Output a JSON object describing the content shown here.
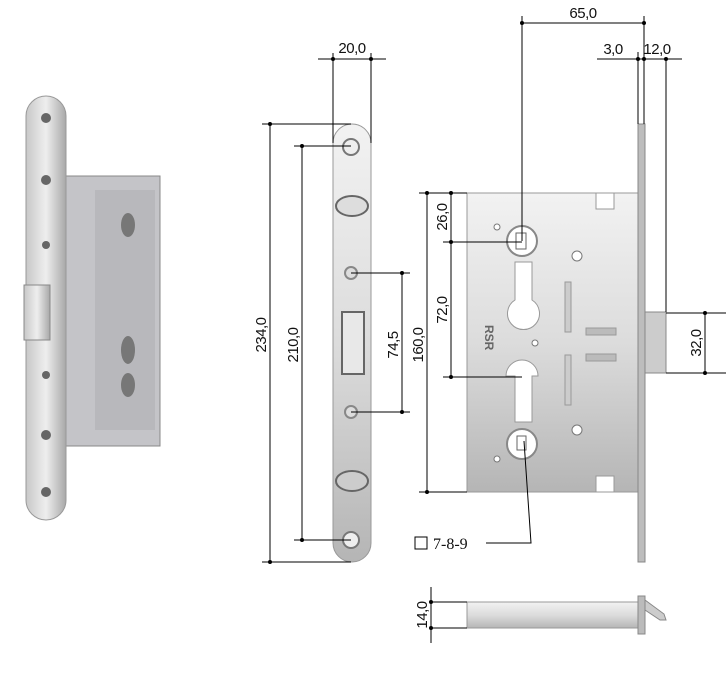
{
  "dimensions": {
    "faceplate_width": "20,0",
    "backset": "65,0",
    "faceplate_thickness": "3,0",
    "latch_projection": "12,0",
    "total_height": "234,0",
    "screw_spacing": "210,0",
    "inner_screw_spacing": "74,5",
    "case_height": "160,0",
    "top_to_follower": "26,0",
    "follower_to_cylinder": "72,0",
    "latch_height": "32,0",
    "case_thickness": "14,0"
  },
  "spindle_label": "7-8-9",
  "colors": {
    "metal_light": "#e6e6e6",
    "metal_dark": "#a9a9a9",
    "line": "#000000"
  }
}
